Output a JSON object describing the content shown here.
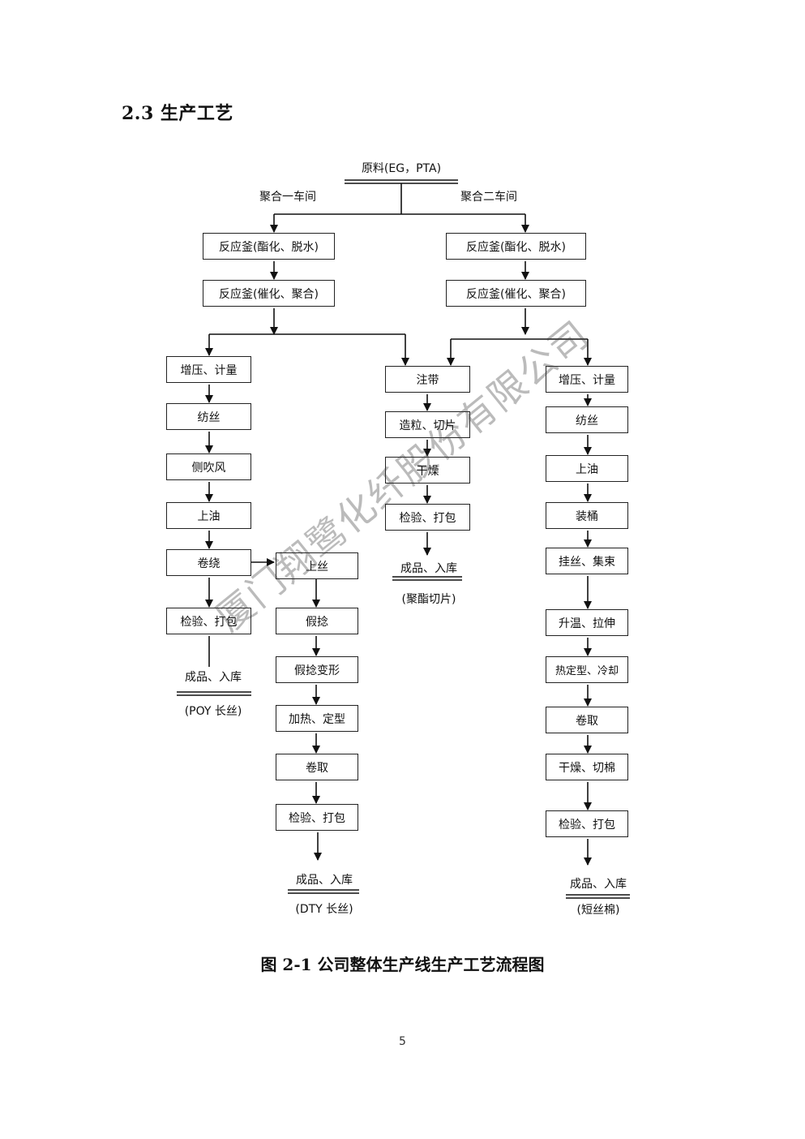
{
  "section": {
    "heading": "2.3 生产工艺"
  },
  "flow": {
    "raw_material": "原料(EG，PTA)",
    "branch_left": "聚合一车间",
    "branch_right": "聚合二车间",
    "poly1_step1": "反应釜(酯化、脱水)",
    "poly1_step2": "反应釜(催化、聚合)",
    "poly2_step1": "反应釜(酯化、脱水)",
    "poly2_step2": "反应釜(催化、聚合)",
    "poy": {
      "steps": [
        "增压、计量",
        "纺丝",
        "侧吹风",
        "上油",
        "卷绕",
        "检验、打包"
      ],
      "output": "成品、入库",
      "product": "(POY 长丝)"
    },
    "dty": {
      "steps": [
        "上丝",
        "假捻",
        "假捻变形",
        "加热、定型",
        "卷取",
        "检验、打包"
      ],
      "output": "成品、入库",
      "product": "(DTY 长丝)"
    },
    "chip": {
      "steps": [
        "注带",
        "造粒、切片",
        "干燥",
        "检验、打包"
      ],
      "output": "成品、入库",
      "product": "(聚酯切片)"
    },
    "staple": {
      "steps": [
        "增压、计量",
        "纺丝",
        "上油",
        "装桶",
        "挂丝、集束",
        "升温、拉伸",
        "热定型、冷却",
        "卷取",
        "干燥、切棉",
        "检验、打包"
      ],
      "output": "成品、入库",
      "product": "(短丝棉)"
    }
  },
  "figure_caption": "图 2-1 公司整体生产线生产工艺流程图",
  "watermark": "厦门翔鹭化纤股份有限公司",
  "page_number": "5"
}
